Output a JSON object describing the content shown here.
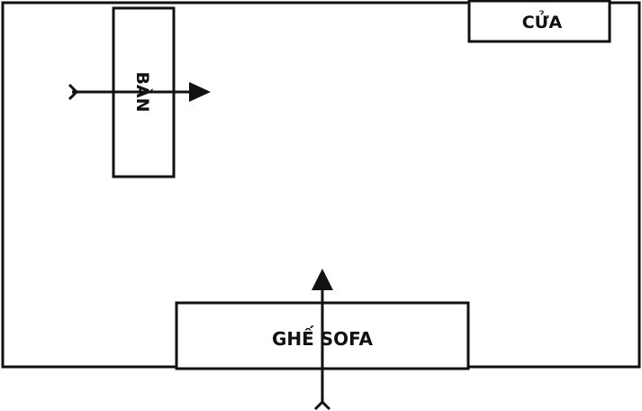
{
  "labels": {
    "door": "CỬA",
    "table": "BÀN",
    "sofa": "GHẾ SOFA"
  },
  "colors": {
    "stroke": "#111111",
    "background": "#ffffff"
  }
}
